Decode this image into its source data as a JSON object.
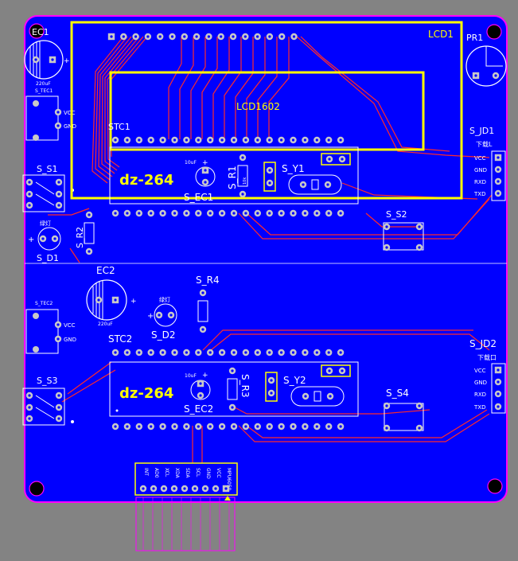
{
  "colors": {
    "background": "#838383",
    "board": "#0000ff",
    "outline": "#ff00ff",
    "silkscreen": "#ffff00",
    "copper": "#ff2a2a",
    "pad": "#c8c8c8",
    "separator": "#ffffff",
    "hole": "#000000"
  },
  "components": {
    "ec1": {
      "ref": "EC1",
      "value": "220uF"
    },
    "s_tec1": {
      "ref": "S_TEC1",
      "vcc": "VCC",
      "gnd": "GND"
    },
    "s_s1": {
      "ref": "S_S1"
    },
    "s_d1": {
      "ref": "S_D1",
      "note": "绿灯"
    },
    "s_r2": {
      "ref": "S_R2"
    },
    "lcd1": {
      "ref": "LCD1",
      "part": "LCD1602"
    },
    "stc1": {
      "ref": "STC1",
      "chip": "dz-264"
    },
    "s_ec1": {
      "ref": "S_EC1",
      "value": "10uF"
    },
    "s_r1": {
      "ref": "S_R1",
      "value": "10k"
    },
    "s_y1": {
      "ref": "S_Y1"
    },
    "pr1": {
      "ref": "PR1"
    },
    "s_jd1": {
      "ref": "S_JD1",
      "note": "下载L",
      "pins": [
        "VCC",
        "GND",
        "RXD",
        "TXD"
      ]
    },
    "s_s2": {
      "ref": "S_S2"
    },
    "ec2": {
      "ref": "EC2",
      "value": "220uF"
    },
    "s_tec2": {
      "ref": "S_TEC2",
      "vcc": "VCC",
      "gnd": "GND"
    },
    "s_s3": {
      "ref": "S_S3"
    },
    "s_d2": {
      "ref": "S_D2",
      "note": "绿灯"
    },
    "s_r4": {
      "ref": "S_R4"
    },
    "stc2": {
      "ref": "STC2",
      "chip": "dz-264"
    },
    "s_ec2": {
      "ref": "S_EC2",
      "value": "10uF"
    },
    "s_r3": {
      "ref": "S_R3"
    },
    "s_y2": {
      "ref": "S_Y2"
    },
    "s_jd2": {
      "ref": "S_JD2",
      "note": "下载口",
      "pins": [
        "VCC",
        "GND",
        "RXD",
        "TXD"
      ]
    },
    "s_s4": {
      "ref": "S_S4"
    },
    "mpu": {
      "pins": [
        "INT",
        "AD0",
        "XCL",
        "XDA",
        "SDA",
        "SCL",
        "GND",
        "VCC",
        "MPU6050"
      ]
    }
  }
}
